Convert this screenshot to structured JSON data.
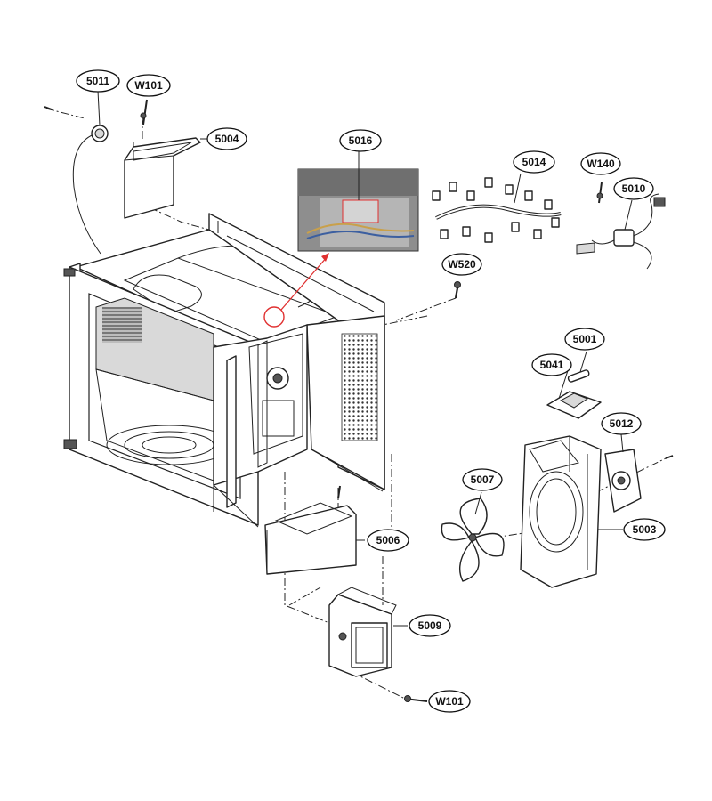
{
  "callouts": {
    "c5011": "5011",
    "cW101a": "W101",
    "c5004": "5004",
    "c5016": "5016",
    "c5014": "5014",
    "cW140": "W140",
    "c5010": "5010",
    "cW520": "W520",
    "c5001": "5001",
    "c5041": "5041",
    "c5012": "5012",
    "c5007": "5007",
    "c5003": "5003",
    "c5006": "5006",
    "c5009": "5009",
    "cW101b": "W101"
  },
  "colors": {
    "highlight": "#e03030",
    "line": "#222222"
  }
}
